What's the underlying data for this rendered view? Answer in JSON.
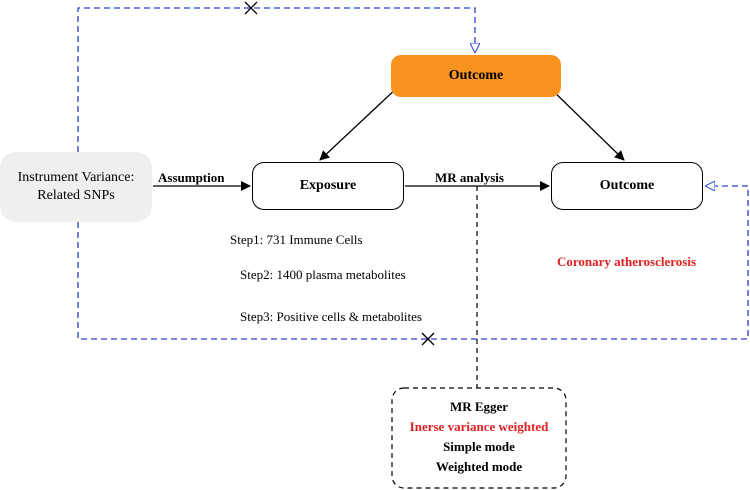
{
  "nodes": {
    "outcome_top": "Outcome",
    "instrument_line1": "Instrument Variance:",
    "instrument_line2": "Related SNPs",
    "exposure": "Exposure",
    "outcome_right": "Outcome"
  },
  "labels": {
    "assumption": "Assumption",
    "mr_analysis": "MR analysis",
    "disease": "Coronary atherosclerosis"
  },
  "steps": [
    "Step1: 731 Immune Cells",
    "Step2: 1400 plasma metabolites",
    "Step3: Positive cells &  metabolites"
  ],
  "methods": [
    "MR Egger",
    "Inerse variance weighted",
    "Simple mode",
    "Weighted mode"
  ],
  "colors": {
    "outcome_fill": "#f7931e",
    "instrument_fill": "#efefef",
    "dashed_blue": "#2b3fd6",
    "highlight_red": "#e02020"
  }
}
